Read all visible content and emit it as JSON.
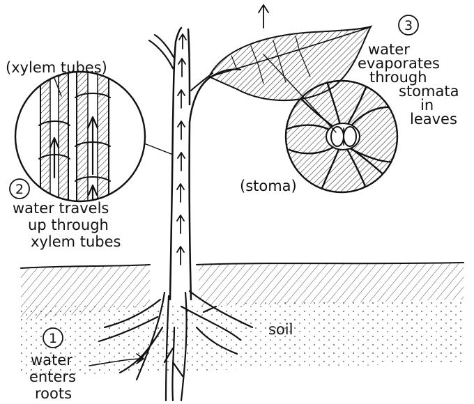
{
  "labels": {
    "xylem_tubes": "(xylem tubes)",
    "stoma": "(stoma)",
    "soil": "soil"
  },
  "steps": [
    {
      "number": "1",
      "lines": [
        "water",
        "enters",
        "roots"
      ]
    },
    {
      "number": "2",
      "lines": [
        "water travels",
        "up through",
        "xylem tubes"
      ]
    },
    {
      "number": "3",
      "lines": [
        "water",
        "evaporates",
        "through",
        "stomata",
        "in",
        "leaves"
      ]
    }
  ]
}
